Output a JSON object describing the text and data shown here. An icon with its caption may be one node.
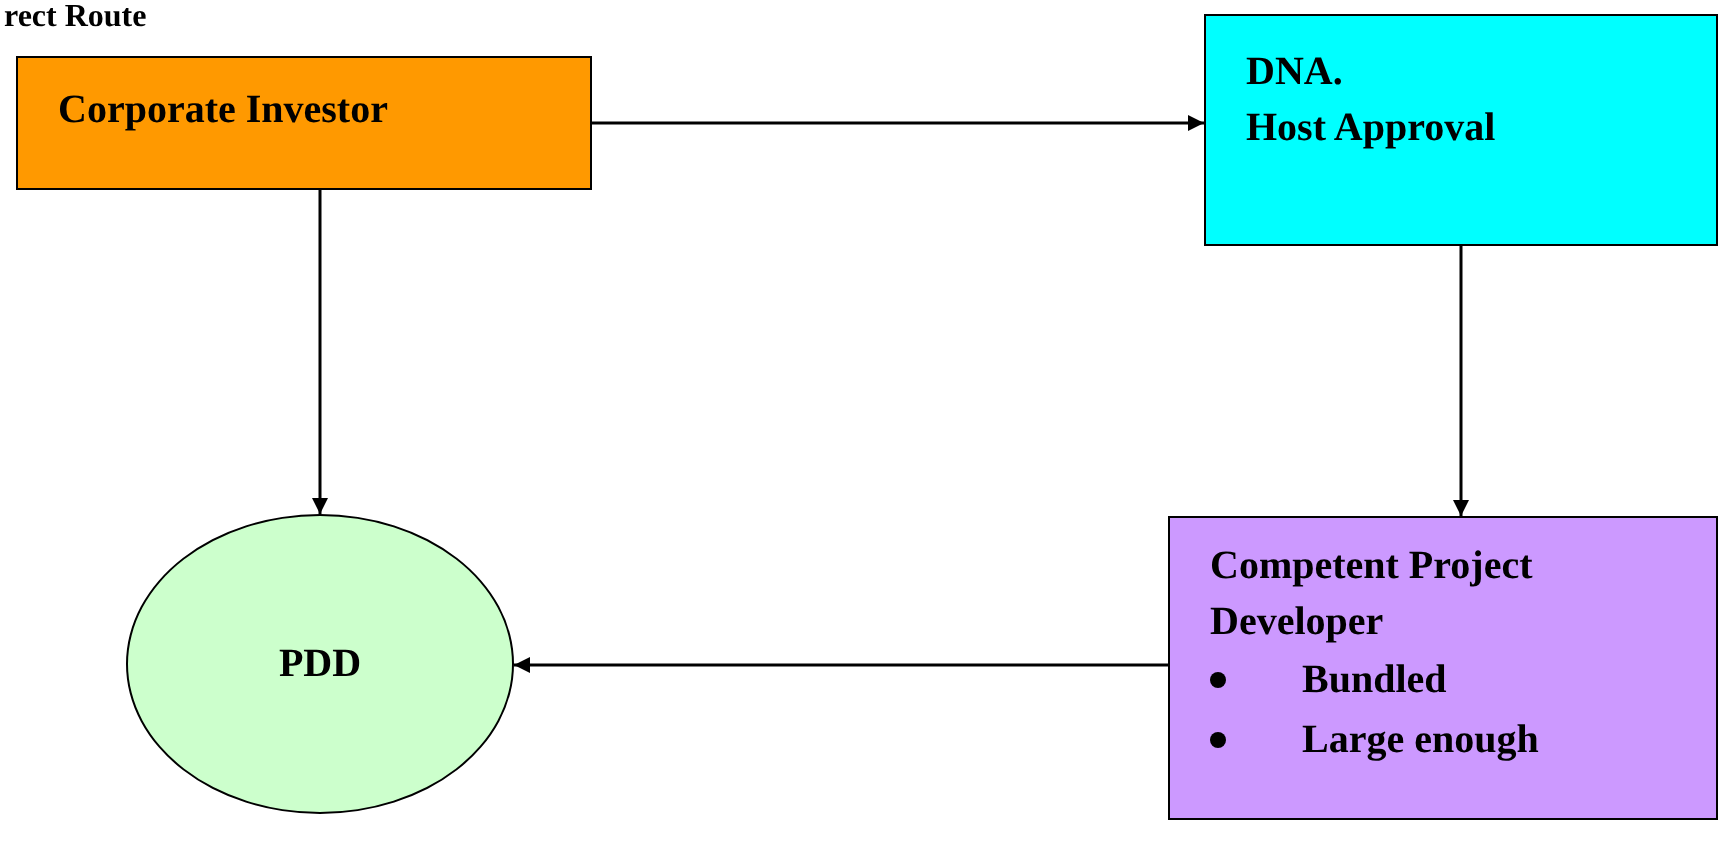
{
  "diagram": {
    "title": "rect Route",
    "nodes": [
      {
        "text": [
          "Corporate Investor"
        ]
      },
      {
        "text": [
          "DNA.",
          "Host Approval"
        ]
      },
      {
        "text": [
          "Competent Project Developer",
          "Bundled",
          "Large enough"
        ]
      },
      {
        "text": [
          "PDD"
        ]
      }
    ],
    "edges": [
      {
        "from": 0,
        "to": 1,
        "arrow": "to"
      },
      {
        "from": 0,
        "to": 3,
        "arrow": "to"
      },
      {
        "from": 1,
        "to": 2,
        "arrow": "to"
      },
      {
        "from": 2,
        "to": 3,
        "arrow": "to"
      }
    ]
  }
}
